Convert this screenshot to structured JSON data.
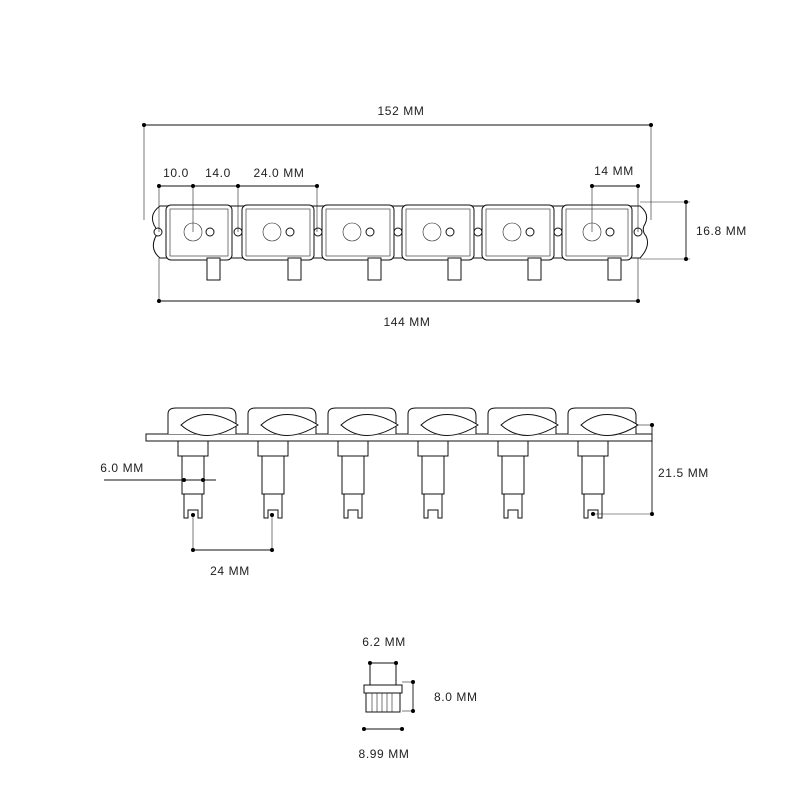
{
  "top_view": {
    "overall_length": "152 MM",
    "base_length": "144 MM",
    "height": "16.8 MM",
    "first_offset": "10.0",
    "hole_offset": "14.0",
    "spacing": "24.0 MM",
    "hole_right": "14 MM"
  },
  "side_view": {
    "post_diameter": "6.0 MM",
    "post_spacing": "24 MM",
    "post_height": "21.5 MM"
  },
  "bushing": {
    "top_diameter": "6.2 MM",
    "height": "8.0 MM",
    "bottom_diameter": "8.99 MM"
  }
}
